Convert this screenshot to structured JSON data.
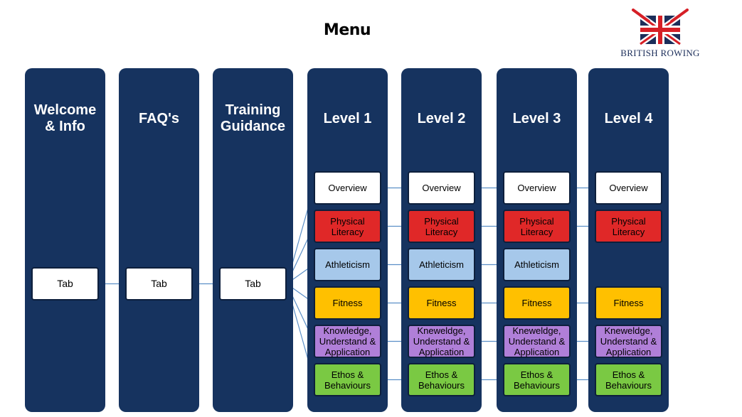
{
  "title": "Menu",
  "logo": {
    "text": "BRITISH ROWING"
  },
  "columns": [
    {
      "id": "welcome",
      "header": "Welcome\n& Info",
      "tab": "Tab"
    },
    {
      "id": "faq",
      "header": "FAQ's",
      "tab": "Tab"
    },
    {
      "id": "training",
      "header": "Training\nGuidance",
      "tab": "Tab"
    },
    {
      "id": "level-1",
      "header": "Level 1"
    },
    {
      "id": "level-2",
      "header": "Level 2"
    },
    {
      "id": "level-3",
      "header": "Level 3"
    },
    {
      "id": "level-4",
      "header": "Level 4"
    }
  ],
  "items": {
    "overview": "Overview",
    "physical": "Physical\nLiteracy",
    "athleticism": "Athleticism",
    "fitness": "Fitness",
    "knowledge": "Knowledge,\nUnderstand &\nApplication",
    "knowledge_alt": "Kneweldge,\nUnderstand &\nApplication",
    "ethos": "Ethos &\nBehaviours"
  },
  "colors": {
    "column": "#16335f",
    "overview": "#ffffff",
    "physical": "#e02828",
    "athleticism": "#a6c8ea",
    "fitness": "#ffc000",
    "knowledge": "#b07fd8",
    "ethos": "#7ac943",
    "connector": "#5b8fc7"
  }
}
